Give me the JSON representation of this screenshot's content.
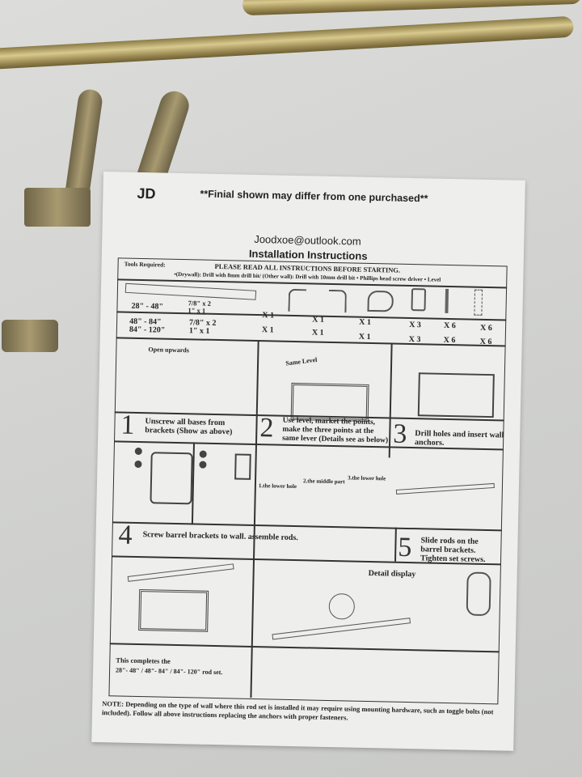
{
  "sheet": {
    "brand": "JD",
    "finial_note": "**Finial shown may differ from one purchased**",
    "email": "Joodxoe@outlook.com",
    "title": "Installation Instructions",
    "read_all": "PLEASE READ ALL INSTRUCTIONS BEFORE STARTING.",
    "tools_label": "Tools Required:",
    "tools": "•(Drywall): Drill with 8mm drill bit/ (Other wall): Drill with 10mm drill bit   • Phillips head screw driver   • Level",
    "sizes": [
      {
        "range": "28\" - 48\"",
        "rods": "7/8\" x 2\n1\" x 1",
        "q": [
          "X 1",
          "X 1",
          "X 1",
          "X 3",
          "X 6",
          "X 6"
        ]
      },
      {
        "range": "48\" - 84\"\n84\" - 120\"",
        "rods": "7/8\" x 2\n1\" x 1",
        "q": [
          "X 1",
          "X 1",
          "X 1",
          "X 3",
          "X 6",
          "X 6"
        ]
      }
    ],
    "open_upwards": "Open upwards",
    "same_level": "Same Level",
    "steps": [
      {
        "n": "1",
        "text": "Unscrew all bases from brackets (Show as above)"
      },
      {
        "n": "2",
        "text": "Use level, market the points, make the three points at the same lever (Details see as below)"
      },
      {
        "n": "3",
        "text": "Drill holes and insert wall anchors."
      },
      {
        "n": "4",
        "text": "Screw barrel brackets to wall. assemble rods."
      },
      {
        "n": "5",
        "text": "Slide rods on the barrel brackets. Tighten set screws."
      }
    ],
    "points": [
      "1.the lower hole",
      "2.the middle part",
      "3.the lower hole"
    ],
    "detail_display": "Detail display",
    "completes": "This completes the",
    "completes_sizes": "28\"- 48\" / 48\"- 84\" / 84\"- 120\" rod set.",
    "note": "NOTE: Depending on the type of wall where this rod set is installed it may require using mounting hardware, such as toggle bolts (not included). Follow all above instructions replacing the anchors with proper fasteners."
  }
}
